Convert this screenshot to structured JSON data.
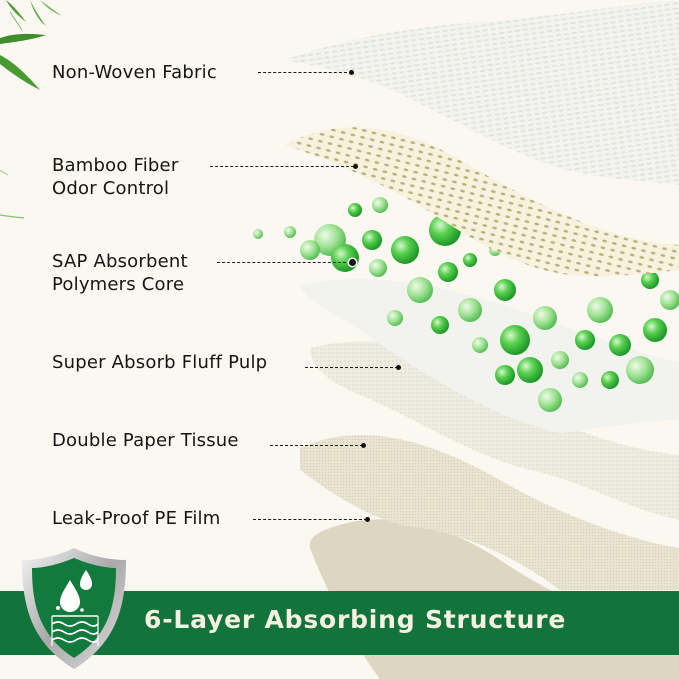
{
  "illustration": {
    "layers": [
      {
        "label_lines": [
          "Non-Woven Fabric"
        ],
        "color": "#f1f1ec",
        "texture": "embossed-weave"
      },
      {
        "label_lines": [
          "Bamboo Fiber",
          "Odor Control"
        ],
        "color": "#f6f1dc",
        "texture": "perforated-dots"
      },
      {
        "label_lines": [
          "SAP Absorbent",
          "Polymers Core"
        ],
        "color": "#3fc24a",
        "texture": "green-beads"
      },
      {
        "label_lines": [
          "Super Absorb Fluff Pulp"
        ],
        "color": "#efece2",
        "texture": "fluffy"
      },
      {
        "label_lines": [
          "Double Paper Tissue"
        ],
        "color": "#e8e3d2",
        "texture": "grainy"
      },
      {
        "label_lines": [
          "Leak-Proof PE Film"
        ],
        "color": "#dcd6c0",
        "texture": "smooth"
      }
    ]
  },
  "banner": {
    "title": "6-Layer Absorbing Structure",
    "background_color": "#12743b",
    "text_color": "#f5f0e2",
    "badge_icon": "shield-water-drops-icon"
  },
  "colors": {
    "background": "#fbf8f2",
    "bamboo_leaf": "#3f8f2a"
  }
}
